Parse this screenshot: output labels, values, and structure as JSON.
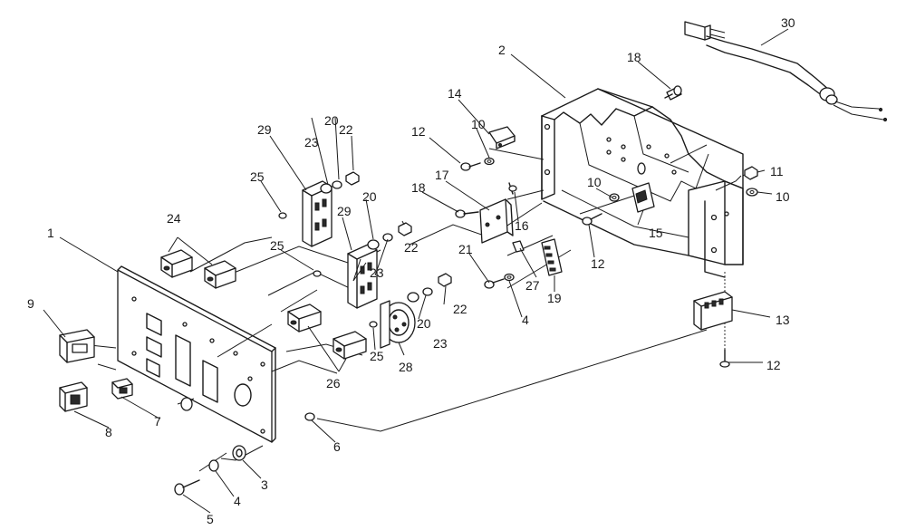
{
  "labels": [
    {
      "id": "1",
      "text": "1"
    },
    {
      "id": "2",
      "text": "2"
    },
    {
      "id": "3",
      "text": "3"
    },
    {
      "id": "4a",
      "text": "4"
    },
    {
      "id": "4b",
      "text": "4"
    },
    {
      "id": "5",
      "text": "5"
    },
    {
      "id": "6",
      "text": "6"
    },
    {
      "id": "7",
      "text": "7"
    },
    {
      "id": "8",
      "text": "8"
    },
    {
      "id": "9",
      "text": "9"
    },
    {
      "id": "10a",
      "text": "10"
    },
    {
      "id": "10b",
      "text": "10"
    },
    {
      "id": "10c",
      "text": "10"
    },
    {
      "id": "11",
      "text": "11"
    },
    {
      "id": "12a",
      "text": "12"
    },
    {
      "id": "12b",
      "text": "12"
    },
    {
      "id": "12c",
      "text": "12"
    },
    {
      "id": "13",
      "text": "13"
    },
    {
      "id": "14",
      "text": "14"
    },
    {
      "id": "15",
      "text": "15"
    },
    {
      "id": "16",
      "text": "16"
    },
    {
      "id": "17",
      "text": "17"
    },
    {
      "id": "18a",
      "text": "18"
    },
    {
      "id": "18b",
      "text": "18"
    },
    {
      "id": "19",
      "text": "19"
    },
    {
      "id": "20a",
      "text": "20"
    },
    {
      "id": "20b",
      "text": "20"
    },
    {
      "id": "20c",
      "text": "20"
    },
    {
      "id": "21",
      "text": "21"
    },
    {
      "id": "22a",
      "text": "22"
    },
    {
      "id": "22b",
      "text": "22"
    },
    {
      "id": "22c",
      "text": "22"
    },
    {
      "id": "23a",
      "text": "23"
    },
    {
      "id": "23b",
      "text": "23"
    },
    {
      "id": "23c",
      "text": "23"
    },
    {
      "id": "24",
      "text": "24"
    },
    {
      "id": "25a",
      "text": "25"
    },
    {
      "id": "25b",
      "text": "25"
    },
    {
      "id": "25c",
      "text": "25"
    },
    {
      "id": "26",
      "text": "26"
    },
    {
      "id": "27",
      "text": "27"
    },
    {
      "id": "28",
      "text": "28"
    },
    {
      "id": "29a",
      "text": "29"
    },
    {
      "id": "29b",
      "text": "29"
    },
    {
      "id": "30",
      "text": "30"
    }
  ]
}
